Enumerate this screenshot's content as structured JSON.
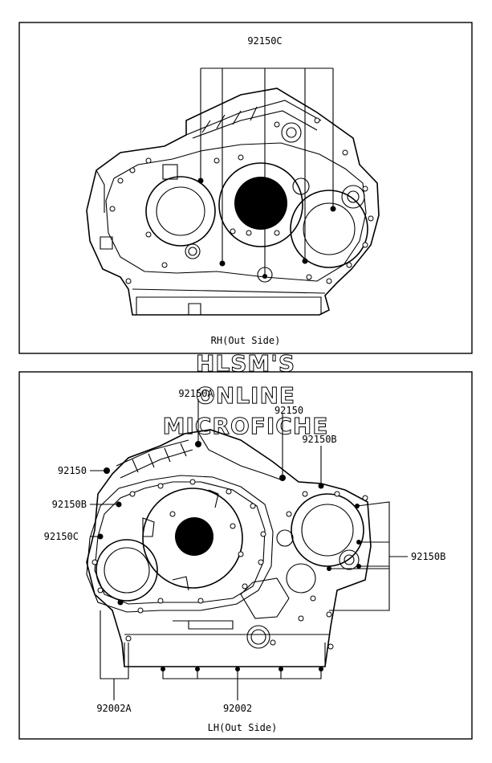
{
  "upper_panel": {
    "part_label": "92150C",
    "caption": "RH(Out Side)"
  },
  "watermark": {
    "line1": "HLSM'S",
    "line2": "ONLINE",
    "line3": "MICROFICHE"
  },
  "lower_panel": {
    "labels": {
      "p92150A": "92150A",
      "p92150_top": "92150",
      "p92150B_top": "92150B",
      "p92150_left": "92150",
      "p92150B_left": "92150B",
      "p92150C_left": "92150C",
      "p92150B_right": "92150B",
      "p92002A": "92002A",
      "p92002": "92002"
    },
    "caption": "LH(Out Side)"
  }
}
